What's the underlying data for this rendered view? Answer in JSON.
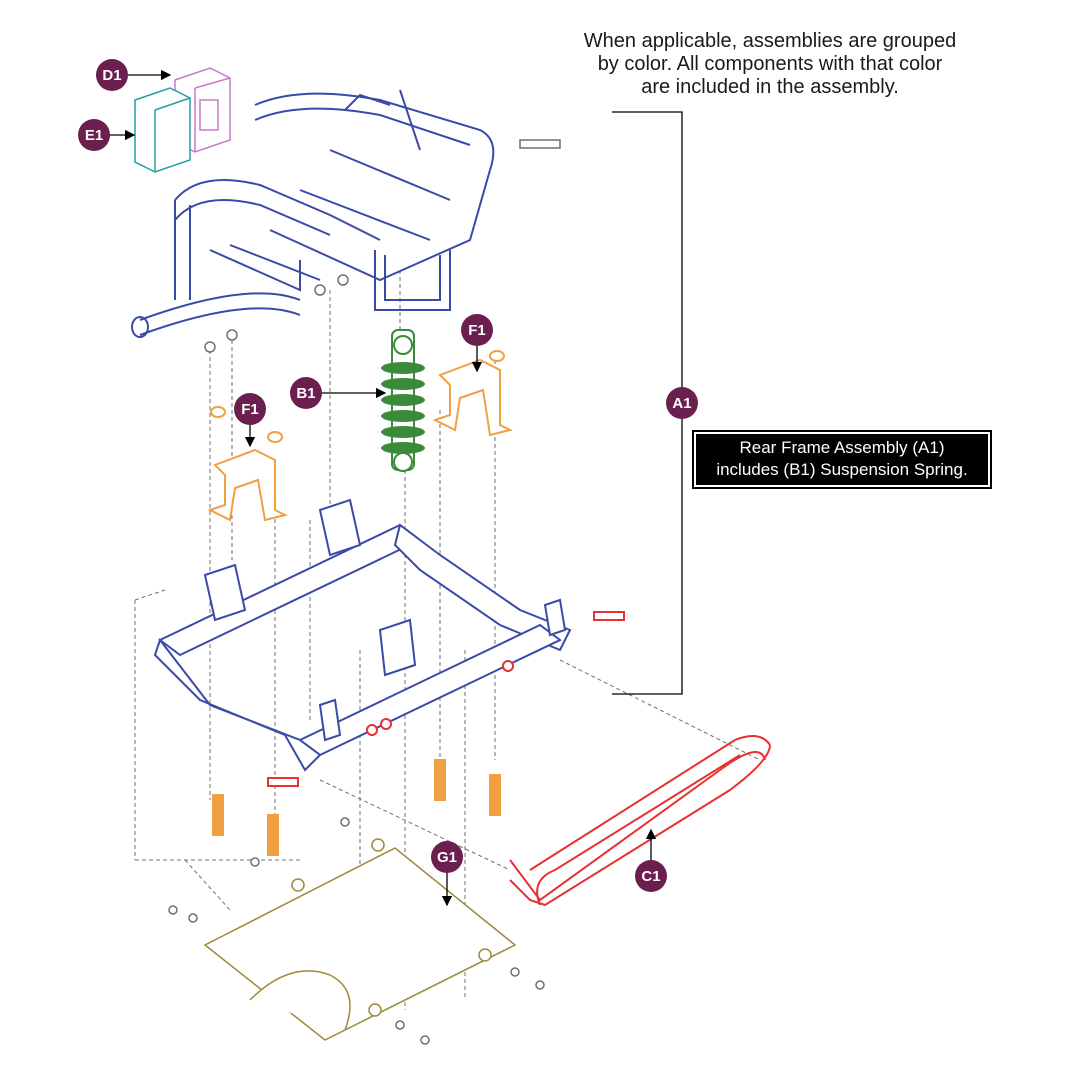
{
  "note_lines": [
    "When applicable, assemblies are grouped",
    "by color. All components with that color",
    "are included in the assembly."
  ],
  "box_note_lines": [
    "Rear Frame Assembly (A1)",
    "includes (B1) Suspension Spring."
  ],
  "callouts": {
    "a1": "A1",
    "b1": "B1",
    "c1": "C1",
    "d1": "D1",
    "e1": "E1",
    "f1_left": "F1",
    "f1_right": "F1",
    "g1": "G1"
  },
  "colors": {
    "callout_fill": "#6b1f4f",
    "frame_blue": "#3a4aa8",
    "spring_green": "#3a8a3a",
    "bracket_orange": "#f0a040",
    "bumper_red": "#e83030",
    "shield_olive": "#9c8a3a",
    "module_pink": "#c878c8",
    "module_teal": "#20a0a0",
    "dash_gray": "#707070"
  }
}
